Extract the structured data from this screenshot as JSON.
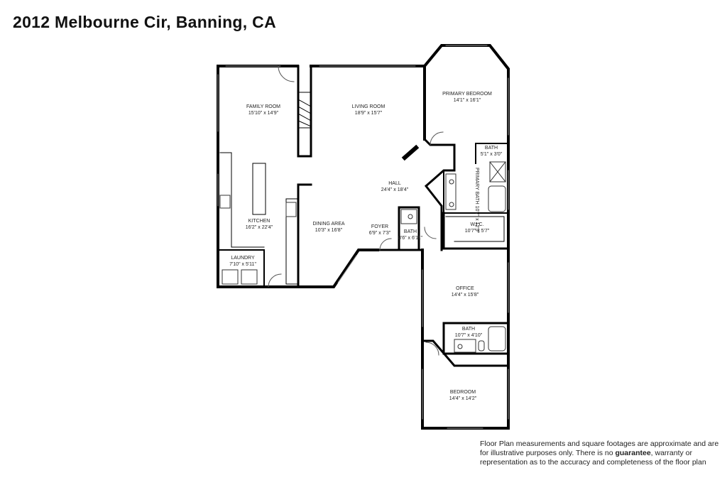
{
  "title": "2012 Melbourne Cir, Banning, CA",
  "rooms": [
    {
      "name": "FAMILY ROOM",
      "dims": "15'10\" x 14'9\""
    },
    {
      "name": "LIVING ROOM",
      "dims": "18'9\" x 15'7\""
    },
    {
      "name": "PRIMARY BEDROOM",
      "dims": "14'1\" x 16'1\""
    },
    {
      "name": "BATH",
      "dims": "5'1\" x 3'0\""
    },
    {
      "name": "PRIMARY BATH",
      "dims": "10'7\" x 12'5\""
    },
    {
      "name": "HALL",
      "dims": "24'4\" x 18'4\""
    },
    {
      "name": "KITCHEN",
      "dims": "16'2\" x 22'4\""
    },
    {
      "name": "DINING AREA",
      "dims": "10'3\" x 16'8\""
    },
    {
      "name": "FOYER",
      "dims": "6'9\" x 7'3\""
    },
    {
      "name": "BATH",
      "dims": "8'6\" x 6'11\""
    },
    {
      "name": "W.I.C.",
      "dims": "10'7\" x 5'7\""
    },
    {
      "name": "LAUNDRY",
      "dims": "7'10\" x 5'11\""
    },
    {
      "name": "OFFICE",
      "dims": "14'4\" x 15'8\""
    },
    {
      "name": "BATH",
      "dims": "10'7\" x 4'10\""
    },
    {
      "name": "BEDROOM",
      "dims": "14'4\" x 14'2\""
    }
  ],
  "disclaimer": {
    "part1": "Floor Plan measurements and square footages are approximate and are for illustrative",
    "purposes": "purposes",
    "part2": "only. There is no",
    "guarantee": "guarantee",
    "part3": ", warranty or representation as to the accuracy and completeness of the floor plan"
  }
}
